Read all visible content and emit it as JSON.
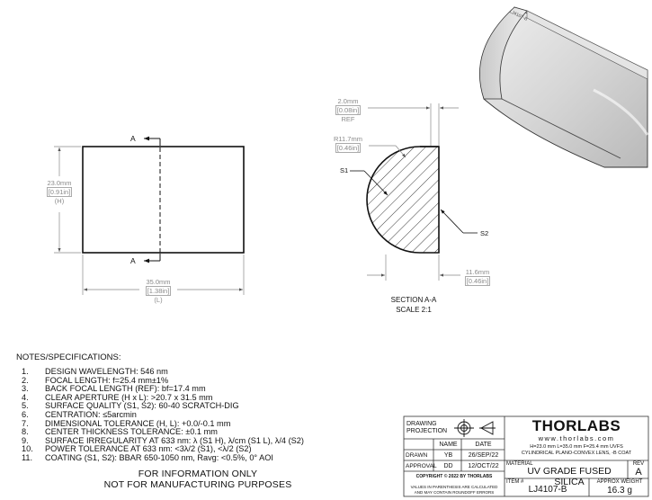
{
  "front_view": {
    "section_marker": "A",
    "height_dim": [
      "23.0mm",
      "[0.91in]",
      "(H)"
    ],
    "length_dim": [
      "35.0mm",
      "[1.38in]",
      "(L)"
    ]
  },
  "section_view": {
    "thickness_dim": [
      "2.0mm",
      "[0.08in]",
      "REF"
    ],
    "radius_dim": [
      "R11.7mm",
      "[0.46in]"
    ],
    "center_thickness_dim": [
      "11.6mm",
      "[0.46in]"
    ],
    "surface_1": "S1",
    "surface_2": "S2",
    "caption": [
      "SECTION A-A",
      "SCALE 2:1"
    ]
  },
  "iso_view": {
    "engraving": "LJ4107-B"
  },
  "notes": {
    "title": "NOTES/SPECIFICATIONS:",
    "items": [
      {
        "num": "1.",
        "text": "DESIGN WAVELENGTH: 546 nm"
      },
      {
        "num": "2.",
        "text": "FOCAL LENGTH: f=25.4 mm±1%"
      },
      {
        "num": "3.",
        "text": "BACK FOCAL LENGTH (REF): bf=17.4 mm"
      },
      {
        "num": "4.",
        "text": "CLEAR APERTURE (H x L): >20.7 x 31.5 mm"
      },
      {
        "num": "5.",
        "text": "SURFACE QUALITY (S1, S2): 60-40 SCRATCH-DIG"
      },
      {
        "num": "6.",
        "text": "CENTRATION: ≤5arcmin"
      },
      {
        "num": "7.",
        "text": "DIMENSIONAL TOLERANCE (H, L): +0.0/-0.1 mm"
      },
      {
        "num": "8.",
        "text": "CENTER THICKNESS TOLERANCE: ±0.1 mm"
      },
      {
        "num": "9.",
        "text": "SURFACE IRREGULARITY AT 633 nm: λ (S1 H), λ/cm (S1 L), λ/4 (S2)"
      },
      {
        "num": "10.",
        "text": "POWER TOLERANCE AT 633 nm: <3λ/2 (S1), <λ/2 (S2)"
      },
      {
        "num": "11.",
        "text": "COATING (S1, S2): BBAR 650-1050 nm, Ravg: <0.5%, 0° AOI"
      }
    ]
  },
  "disclaimer": [
    "FOR INFORMATION ONLY",
    "NOT FOR MANUFACTURING PURPOSES"
  ],
  "title_block": {
    "projection_label": [
      "DRAWING",
      "PROJECTION"
    ],
    "col_name": "NAME",
    "col_date": "DATE",
    "drawn_label": "DRAWN",
    "drawn_name": "YB",
    "drawn_date": "26/SEP/22",
    "approval_label": "APPROVAL",
    "approval_name": "DD",
    "approval_date": "12/OCT/22",
    "copyright": "COPYRIGHT © 2022 BY THORLABS",
    "footnote": [
      "VALUES IN PARENTHESIS ARE CALCULATED",
      "AND MAY CONTAIN ROUNDOFF ERRORS"
    ],
    "logo": "THORLABS",
    "website": "www.thorlabs.com",
    "description": [
      "H=23.0 mm L=35.0 mm F=25.4 mm UVFS",
      "CYLINDRICAL PLANO-CONVEX LENS, -B COAT"
    ],
    "material_label": "MATERIAL",
    "material": "UV GRADE FUSED SILICA",
    "rev_label": "REV",
    "rev": "A",
    "item_label": "ITEM #",
    "item": "LJ4107-B",
    "weight_label": "APPROX WEIGHT",
    "weight": "16.3 g"
  }
}
